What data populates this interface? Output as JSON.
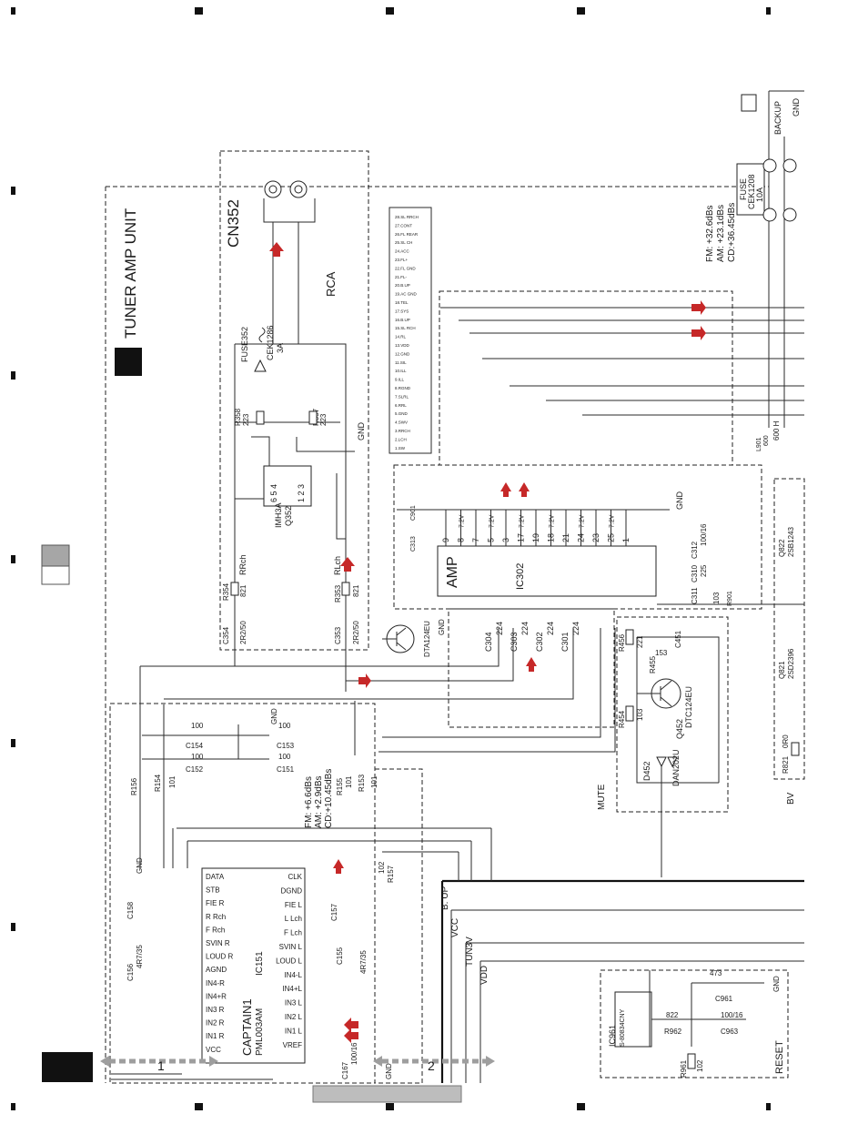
{
  "title": "TUNER AMP UNIT",
  "connector": {
    "ref": "CN352",
    "type": "RCA"
  },
  "ics": {
    "amp": {
      "ref": "IC302",
      "name": "AMP"
    },
    "captain": {
      "ref": "IC151",
      "name": "CAPTAIN1",
      "part": "PML003AM"
    },
    "reset": {
      "ref": "IC961",
      "part": "S-80834CNY"
    },
    "switch": {
      "ref": "Q352",
      "part": "IMH3A"
    }
  },
  "fuses": {
    "fuse352": {
      "ref": "FUSE352",
      "part": "CEK1286",
      "rating": "3A"
    },
    "main": {
      "label": "FUSE",
      "part": "CEK1208",
      "rating": "10A"
    }
  },
  "gains_top": [
    "FM: +32.6dBs",
    "AM: +23.1dBs",
    "CD:+36.45dBs"
  ],
  "gains_mid": [
    "FM: +6.6dBs",
    "AM: +2.9dBs",
    "CD:+10.45dBs"
  ],
  "nets": [
    "B. UP",
    "VCC",
    "TUN3V",
    "VDD"
  ],
  "labels": {
    "mute": "MUTE",
    "reset": "RESET",
    "gnd": "GND",
    "backup": "BACKUP",
    "bv": "BV",
    "marker1": "1",
    "marker2": "2",
    "pin_nums": [
      "9",
      "8",
      "7",
      "5",
      "3",
      "17",
      "19",
      "18",
      "21",
      "24",
      "23",
      "25",
      "1"
    ]
  },
  "components": {
    "r354": [
      "R354",
      "821",
      "RRch"
    ],
    "r353": [
      "R353",
      "821",
      "RLch"
    ],
    "c354": [
      "C354",
      "2R2/50"
    ],
    "c353": [
      "C353",
      "2R2/50"
    ],
    "r358": [
      "R358",
      "223"
    ],
    "r357": [
      "R357",
      "223"
    ],
    "q453": "DTA124EU",
    "q452": [
      "Q452",
      "DTC124EU"
    ],
    "d452": [
      "D452",
      "DAN202U"
    ],
    "r456": [
      "R456",
      "221"
    ],
    "r455": [
      "R455",
      "153"
    ],
    "r454": [
      "R454",
      "103"
    ],
    "c451": "C451",
    "c312": [
      "C312",
      "100/16"
    ],
    "c310": [
      "C310",
      "225"
    ],
    "c311": [
      "C311",
      "103"
    ],
    "r901": "R901",
    "q822": [
      "Q822",
      "2SB1243"
    ],
    "q821": [
      "Q821",
      "2SD2396"
    ],
    "r821": [
      "R821",
      "0R0"
    ],
    "l901": [
      "L901",
      "600",
      "600 H"
    ],
    "c961": [
      "C961",
      "473"
    ],
    "c963": [
      "C963",
      "100/16"
    ],
    "r962": [
      "R962",
      "822"
    ],
    "r961": [
      "R961",
      "102"
    ],
    "r156": [
      "R156",
      "101"
    ],
    "r154": [
      "R154",
      "101"
    ],
    "r155": [
      "R155",
      "101"
    ],
    "r153": [
      "R153",
      "101"
    ],
    "r157": [
      "R157",
      "102"
    ],
    "c154": [
      "C154",
      "100"
    ],
    "c153": [
      "C153",
      "100"
    ],
    "c152": [
      "C152",
      "100"
    ],
    "c151": [
      "C151",
      "100"
    ],
    "c304": [
      "C304",
      "224"
    ],
    "c303": [
      "C303",
      "224"
    ],
    "c302": [
      "C302",
      "224"
    ],
    "c301": [
      "C301",
      "224"
    ],
    "c901": "C901",
    "c313": "C313",
    "c167": [
      "C167",
      "100/16"
    ],
    "c155": [
      "C155",
      "4R7/35"
    ],
    "c156": [
      "C156",
      "4R7/35"
    ],
    "c158": "C158",
    "c157": "C157"
  },
  "amp_pins_top": [
    "7.2V",
    "7.2V",
    "7.2V",
    "7.2V",
    "7.2V",
    "7.2V"
  ],
  "captain_pins_left": [
    "DATA",
    "STB",
    "FIE R",
    "R Rch",
    "F Rch",
    "SVIN R",
    "LOUD R",
    "AGND",
    "IN4-R",
    "IN4+R",
    "IN3 R",
    "IN2 R",
    "IN1 R",
    "VCC"
  ],
  "captain_pins_right": [
    "CLK",
    "DGND",
    "FIE L",
    "L Lch",
    "F Lch",
    "SVIN L",
    "LOUD L",
    "IN4-L",
    "IN4+L",
    "IN3 L",
    "IN2 L",
    "IN1 L",
    "VREF"
  ],
  "ribbon_pins": [
    "28.SL RRCH",
    "27.CONT",
    "26.FL REAR",
    "25.SL CH",
    "24.ACC",
    "23.FL+",
    "22.FL GND",
    "21.FL-",
    "20.B.UP",
    "19.AC GND",
    "18.TEL",
    "17.SYS",
    "16.B.UP",
    "15.SL RCH",
    "14.RL",
    "13.VDD",
    "12.GND",
    "11.SIL",
    "10.ILL",
    "9.ILL",
    "8.RGND",
    "7.SLRL",
    "6.RRL",
    "5.GND",
    "4.SWV",
    "3.RRCH",
    "2.LCH",
    "1.SW"
  ],
  "colors": {
    "signal_arrow": "#c62828",
    "ink": "#1a1a1a",
    "marker": "#9e9e9e"
  }
}
